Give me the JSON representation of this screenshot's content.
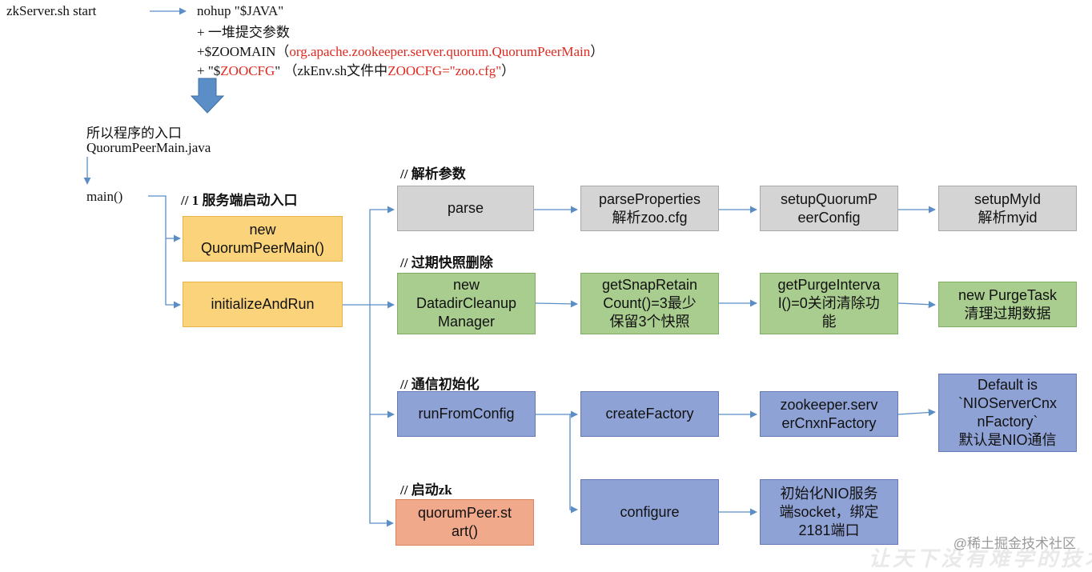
{
  "header": {
    "start_cmd": "zkServer.sh start",
    "line1": "nohup \"$JAVA\"",
    "line2": "+ 一堆提交参数",
    "line3_prefix": "+$ZOOMAIN（",
    "line3_red": "org.apache.zookeeper.server.quorum.QuorumPeerMain",
    "line3_suffix": "）",
    "line4_prefix": "+ \"$",
    "line4_red1": "ZOOCFG",
    "line4_mid": "\" （zkEnv.sh文件中",
    "line4_red2": "ZOOCFG=\"zoo.cfg\"",
    "line4_suffix": "）"
  },
  "entry": {
    "line1": "所以程序的入口",
    "line2": "QuorumPeerMain.java",
    "main": "main()"
  },
  "labels": {
    "server_start": "// 1 服务端启动入口",
    "parse_args": "// 解析参数",
    "purge": "// 过期快照删除",
    "comm_init": "// 通信初始化",
    "start_zk": "// 启动zk"
  },
  "boxes": {
    "new_qpm": "new\nQuorumPeerMain()",
    "init_run": "initializeAndRun",
    "parse": "parse",
    "parse_props": "parseProperties\n解析zoo.cfg",
    "setup_qpc": "setupQuorumP\neerConfig",
    "setup_myid": "setupMyId\n解析myid",
    "new_ddcm": "new\nDatadirCleanup\nManager",
    "snap_retain": "getSnapRetain\nCount()=3最少\n保留3个快照",
    "purge_interval": "getPurgeInterva\nl()=0关闭清除功\n能",
    "purge_task": "new PurgeTask\n清理过期数据",
    "run_from_config": "runFromConfig",
    "create_factory": "createFactory",
    "cnxn_factory": "zookeeper.serv\nerCnxnFactory",
    "default_nio": "Default is\n`NIOServerCnx\nnFactory`\n默认是NIO通信",
    "configure": "configure",
    "init_nio": "初始化NIO服务\n端socket，绑定\n2181端口",
    "qp_start": "quorumPeer.st\nart()"
  },
  "watermark": "@稀土掘金技术社区",
  "watermark2": "让天下没有难学的技术",
  "colors": {
    "arrow": "#5b8ec7",
    "red_text": "#e0281e",
    "gray": "#d4d4d4",
    "orange": "#fad37a",
    "green": "#a9cd8e",
    "blue": "#8fa2d6",
    "salmon": "#f0a98a"
  }
}
